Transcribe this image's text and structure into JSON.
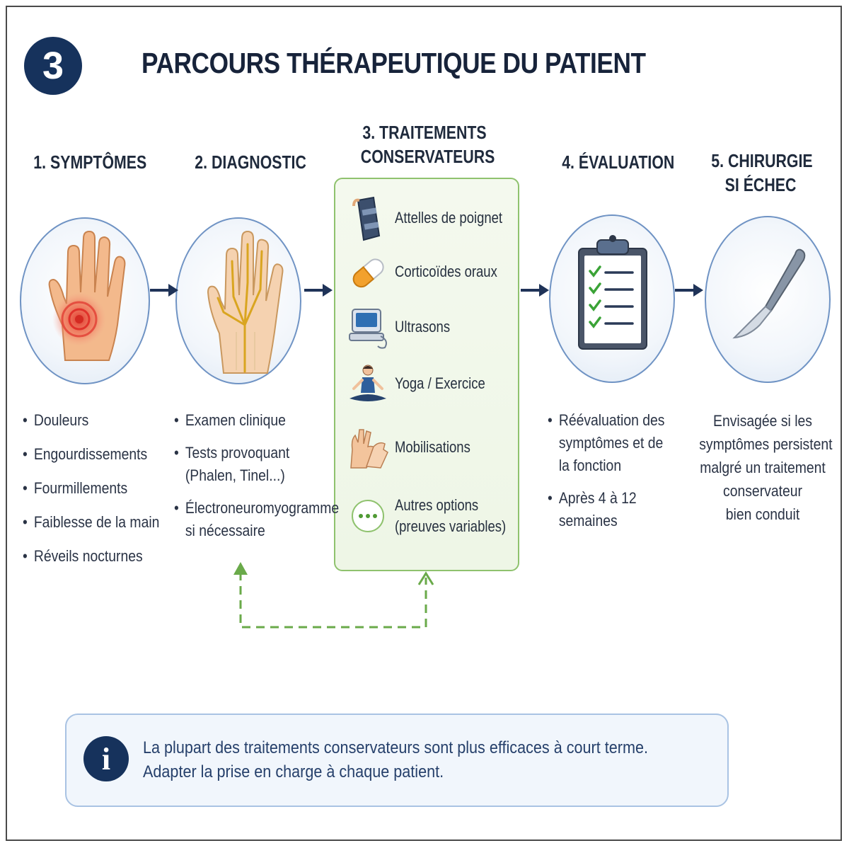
{
  "header": {
    "badge": "3",
    "title": "PARCOURS THÉRAPEUTIQUE DU PATIENT"
  },
  "steps": [
    {
      "title_lines": [
        "1. SYMPTÔMES"
      ],
      "icon": "painful-hand-icon",
      "bullets": [
        "Douleurs",
        "Engourdissements",
        "Fourmillements",
        "Faiblesse de la main",
        "Réveils nocturnes"
      ]
    },
    {
      "title_lines": [
        "2. DIAGNOSTIC"
      ],
      "icon": "hand-nerves-icon",
      "bullets": [
        [
          "Examen clinique"
        ],
        [
          "Tests provoquant",
          "(Phalen, Tinel...)"
        ],
        [
          "Électroneuromyogramme",
          "si nécessaire"
        ]
      ]
    },
    {
      "title_lines": [
        "3. TRAITEMENTS",
        "CONSERVATEURS"
      ],
      "treatments": [
        {
          "icon": "wrist-splint-icon",
          "lines": [
            "Attelles de poignet"
          ]
        },
        {
          "icon": "capsule-icon",
          "lines": [
            "Corticoïdes oraux"
          ]
        },
        {
          "icon": "ultrasound-device-icon",
          "lines": [
            "Ultrasons"
          ]
        },
        {
          "icon": "yoga-person-icon",
          "lines": [
            "Yoga / Exercice"
          ]
        },
        {
          "icon": "hands-mobilization-icon",
          "lines": [
            "Mobilisations"
          ]
        },
        {
          "icon": "more-options-icon",
          "lines": [
            "Autres options",
            "(preuves variables)"
          ]
        }
      ]
    },
    {
      "title_lines": [
        "4. ÉVALUATION"
      ],
      "icon": "clipboard-checklist-icon",
      "bullets": [
        [
          "Réévaluation des",
          "symptômes et de",
          "la fonction"
        ],
        [
          "Après 4 à 12",
          "semaines"
        ]
      ]
    },
    {
      "title_lines": [
        "5. CHIRURGIE",
        "SI ÉCHEC"
      ],
      "icon": "scalpel-icon",
      "text_lines": [
        "Envisagée si les",
        "symptômes persistent",
        "malgré un traitement",
        "conservateur",
        "bien conduit"
      ]
    }
  ],
  "info": {
    "icon": "info-icon",
    "lines": [
      "La plupart des traitements conservateurs sont plus efficaces à court terme.",
      "Adapter la prise en charge à chaque patient."
    ]
  },
  "colors": {
    "navy": "#16325c",
    "circle_border": "#6f93c4",
    "green_border": "#8fc26e",
    "green_fill": "#eef6e6",
    "info_fill": "#f1f6fc",
    "pain_red": "#e0322b",
    "check_green": "#3aa336"
  }
}
